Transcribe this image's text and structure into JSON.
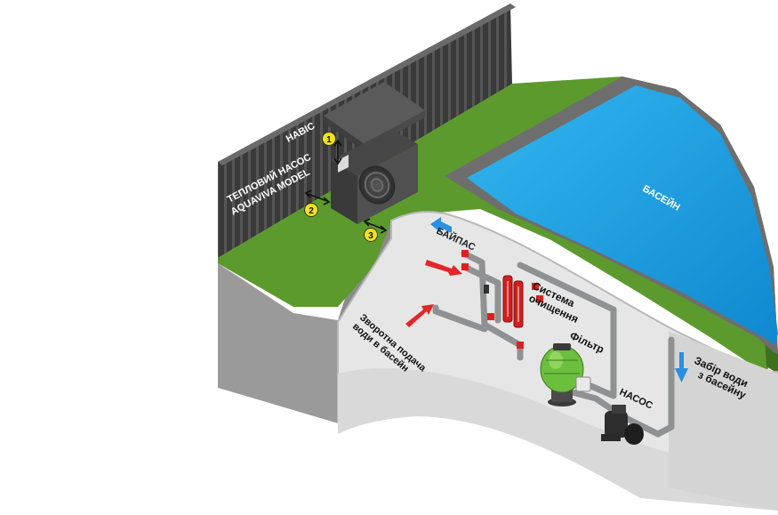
{
  "labels": {
    "canopy": "НАВІС",
    "heat_pump_line1": "ТЕПЛОВИЙ НАСОС",
    "heat_pump_line2": "AQUAVIVA MODEL",
    "pool": "БАСЕЙН",
    "bypass": "БАЙПАС",
    "treatment_line1": "Система",
    "treatment_line2": "очищення",
    "filter": "Фільтр",
    "pump": "НАСОС",
    "intake_line1": "Забір води",
    "intake_line2": "з басейну",
    "return_line1": "Зворотна подача",
    "return_line2": "води в басейн"
  },
  "markers": [
    "1",
    "2",
    "3"
  ],
  "colors": {
    "grass": "#5c9a2e",
    "wall": "#3c3c3c",
    "pool_water": "#1a9fe0",
    "pipe": "#8f9192",
    "valve": "#e02020",
    "filter": "#6cbf3c",
    "marker": "#f2e21a",
    "arrow_red": "#e3262b",
    "arrow_blue": "#2a8fe0"
  },
  "icons": [
    "heat-pump-fan-icon",
    "arrow-red-icon",
    "arrow-blue-icon"
  ]
}
